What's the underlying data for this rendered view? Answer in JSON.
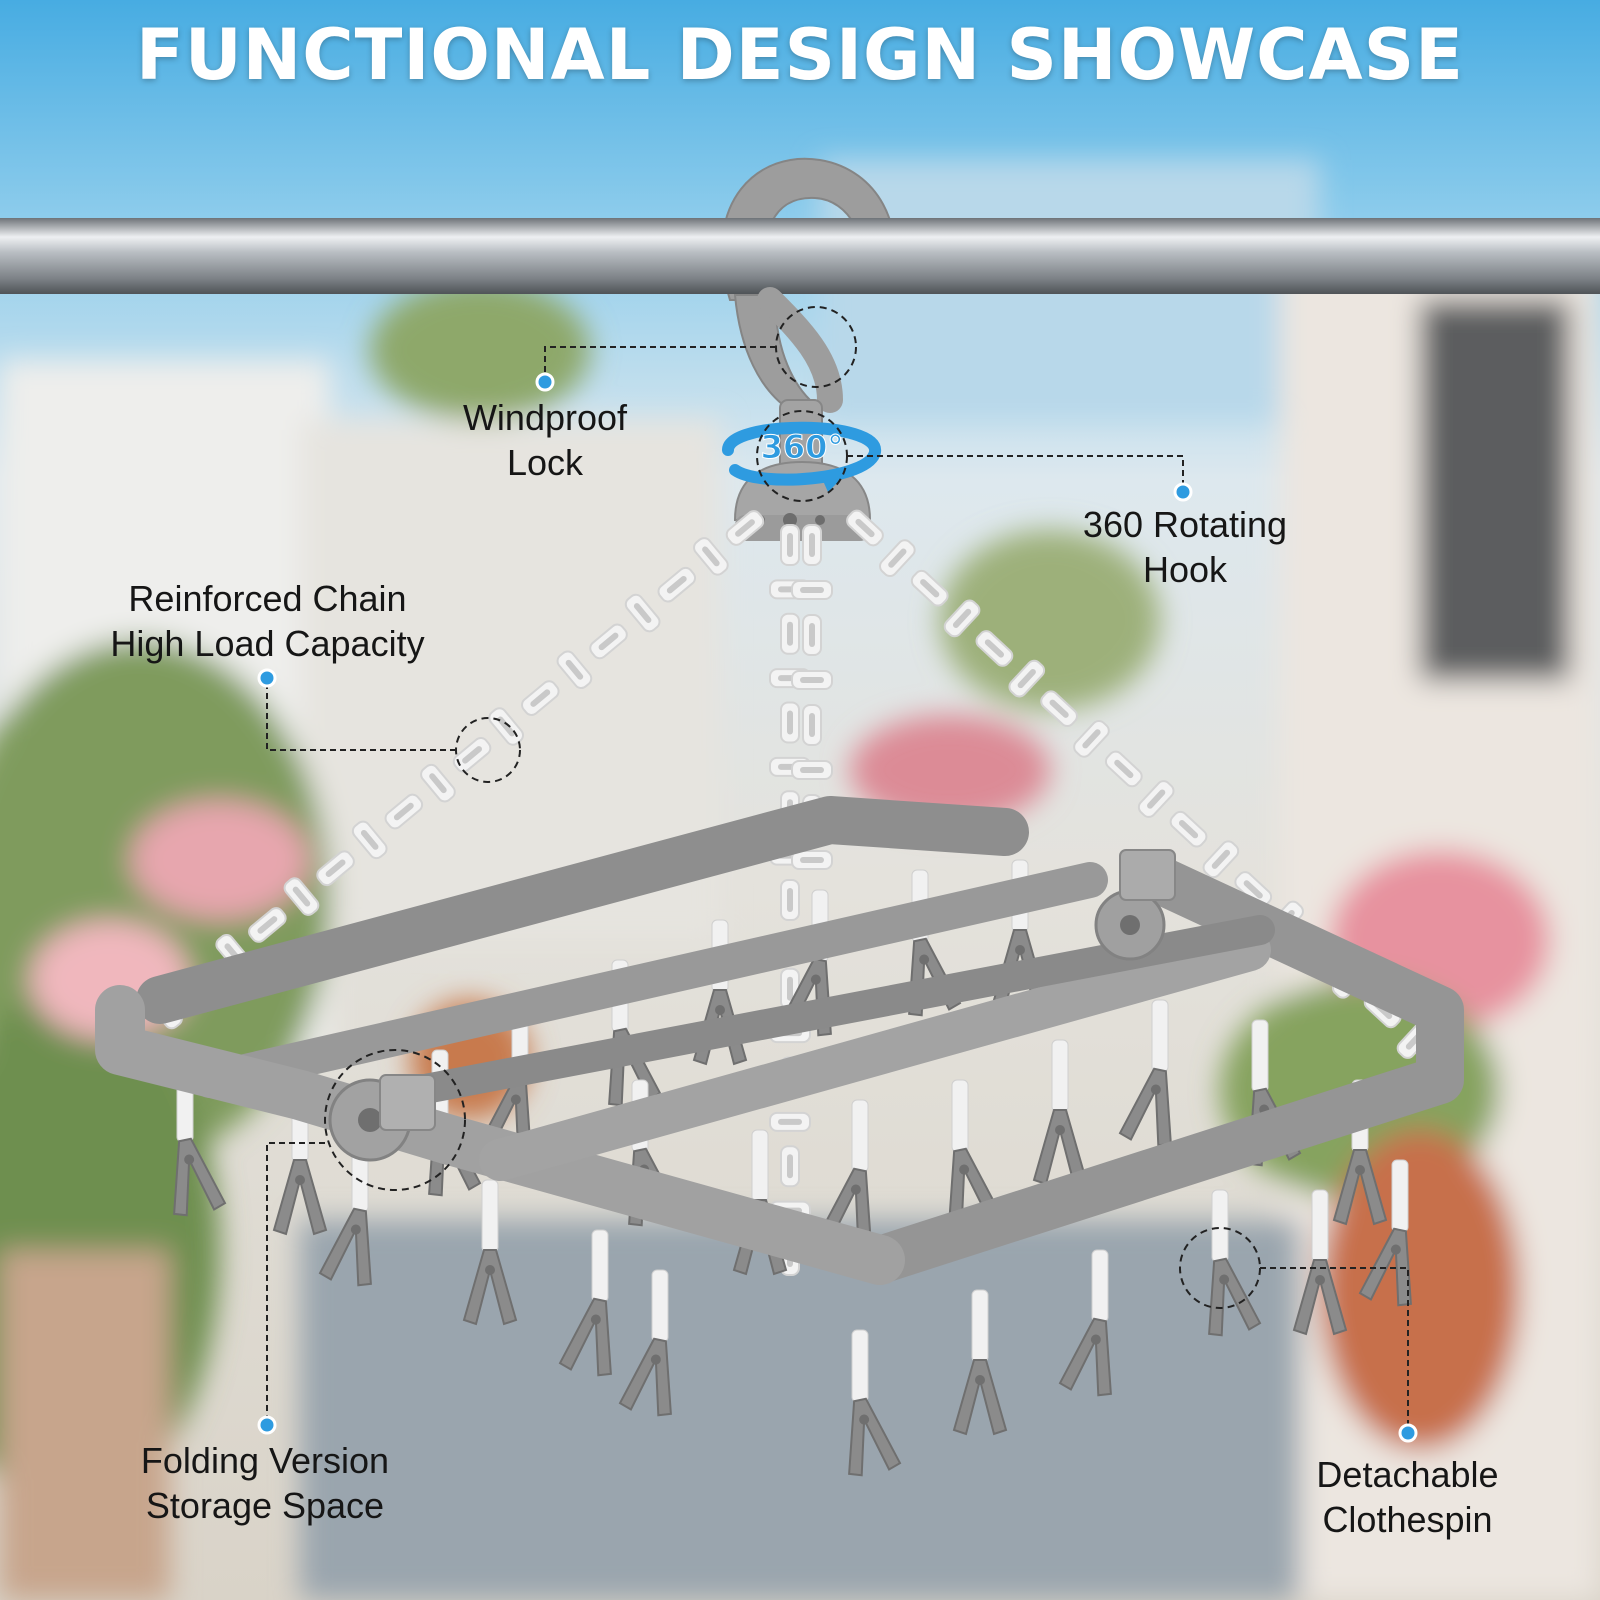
{
  "header": {
    "title": "FUNCTIONAL DESIGN SHOWCASE"
  },
  "badge": {
    "rotation": "360°"
  },
  "callouts": [
    {
      "id": "windproof-lock",
      "lines": [
        "Windproof",
        "Lock"
      ]
    },
    {
      "id": "rotating-hook",
      "lines": [
        "360 Rotating",
        "Hook"
      ]
    },
    {
      "id": "reinforced-chain",
      "lines": [
        "Reinforced Chain",
        "High Load Capacity"
      ]
    },
    {
      "id": "folding-version",
      "lines": [
        "Folding Version",
        "Storage Space"
      ]
    },
    {
      "id": "detachable-clothespin",
      "lines": [
        "Detachable",
        "Clothespin"
      ]
    }
  ],
  "colors": {
    "sky": "#4fb3e6",
    "accent": "#2e9be0",
    "frame": "#9a9a9a",
    "chain": "#f2f2f2",
    "rod": "#8f9499",
    "text": "#161616"
  }
}
